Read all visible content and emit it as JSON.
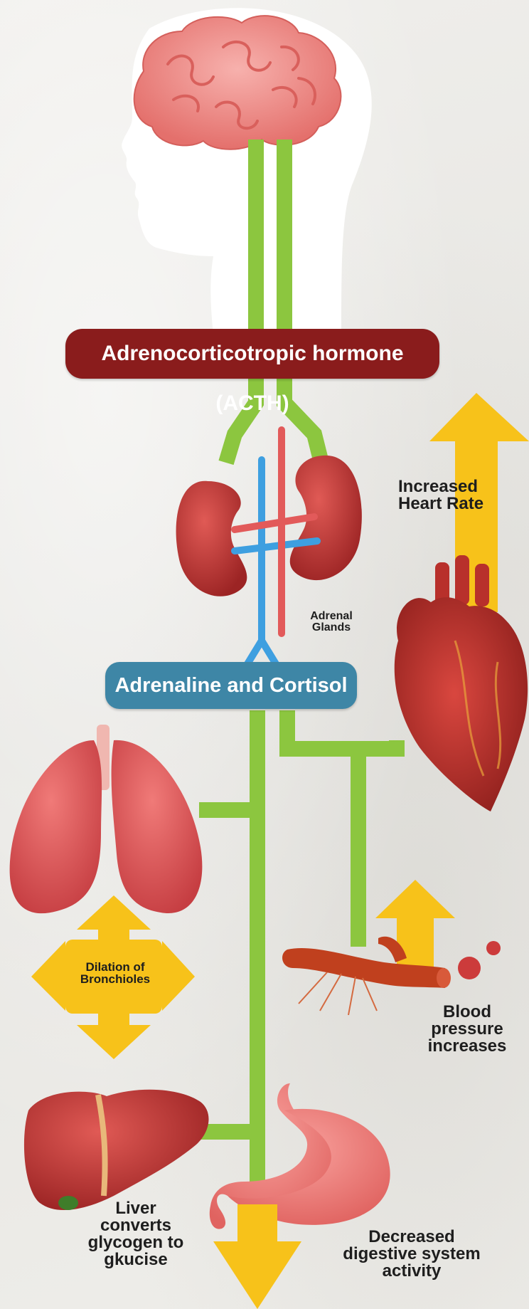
{
  "hormones": {
    "acth": "Adrenocorticotropic hormone (ACTH)",
    "adrenaline_cortisol": "Adrenaline and Cortisol"
  },
  "labels": {
    "adrenal_glands": [
      "Adrenal",
      "Glands"
    ],
    "heart_rate": [
      "Increased",
      "Heart Rate"
    ],
    "bronchioles": [
      "Dilation of",
      "Bronchioles"
    ],
    "blood_pressure": [
      "Blood pressure",
      "increases"
    ],
    "liver": [
      "Liver",
      "converts",
      "glycogen to",
      "gkucise"
    ],
    "digestive": [
      "Decreased",
      "digestive system",
      "activity"
    ]
  },
  "colors": {
    "pathway": "#8cc63f",
    "arrow": "#f7c21a",
    "acth_pill": "#8a1c1c",
    "adrenaline_pill": "#3e86a6",
    "organ_red": "#c93b3b",
    "brain_pink": "#f08d8a",
    "vein_blue": "#3e9fe0",
    "artery_red": "#e25a5a"
  }
}
